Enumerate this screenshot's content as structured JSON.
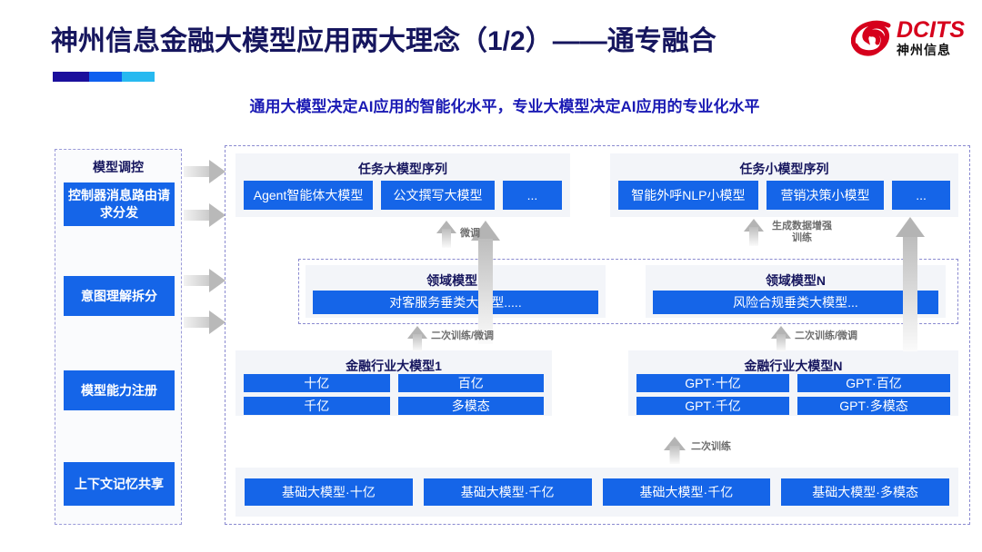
{
  "header": {
    "title": "神州信息金融大模型应用两大理念（1/2）——通专融合",
    "subtitle": "通用大模型决定AI应用的智能化水平，专业大模型决定AI应用的专业化水平",
    "logo": {
      "en": "DCITS",
      "cn": "神州信息",
      "color": "#d6001c"
    }
  },
  "sidebar": {
    "title": "模型调控",
    "items": [
      {
        "label": "控制器消息路由请求分发"
      },
      {
        "label": "意图理解拆分"
      },
      {
        "label": "模型能力注册"
      },
      {
        "label": "上下文记忆共享"
      }
    ]
  },
  "diagram": {
    "task_large": {
      "title": "任务大模型序列",
      "items": [
        "Agent智能体大模型",
        "公文撰写大模型",
        "..."
      ]
    },
    "task_small": {
      "title": "任务小模型序列",
      "items": [
        "智能外呼NLP小模型",
        "营销决策小模型",
        "..."
      ]
    },
    "domain_1": {
      "title": "领域模型1",
      "item": "对客服务垂类大模型....."
    },
    "domain_n": {
      "title": "领域模型N",
      "item": "风险合规垂类大模型..."
    },
    "industry_1": {
      "title": "金融行业大模型1",
      "items": [
        "十亿",
        "百亿",
        "千亿",
        "多模态"
      ]
    },
    "industry_n": {
      "title": "金融行业大模型N",
      "items": [
        "GPT·十亿",
        "GPT·百亿",
        "GPT·千亿",
        "GPT·多模态"
      ]
    },
    "foundation": {
      "items": [
        "基础大模型·十亿",
        "基础大模型·千亿",
        "基础大模型·千亿",
        "基础大模型·多模态"
      ]
    },
    "arrow_labels": {
      "fine_tune": "微调",
      "gen_data_aug": "生成数据增强训练",
      "second_train_finetune_left": "二次训练/微调",
      "second_train_finetune_right": "二次训练/微调",
      "second_train": "二次训练"
    }
  },
  "colors": {
    "box_blue": "#1565e8",
    "title_navy": "#16165e",
    "subtitle_blue": "#1a1ab4",
    "panel_gray": "#f3f5f9",
    "dashed_border": "#8a8ad0"
  }
}
